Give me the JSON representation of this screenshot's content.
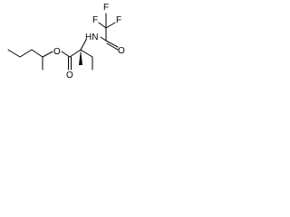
{
  "molecule": {
    "atoms": {
      "ester_oxygen": "O",
      "carbonyl_oxygen_ester": "O",
      "amide_nitrogen": "HN",
      "amide_oxygen": "O",
      "fluorine_1": "F",
      "fluorine_2": "F",
      "fluorine_3": "F"
    }
  },
  "colors": {
    "bond": "#000000",
    "label": "#000000",
    "background": "#ffffff"
  }
}
